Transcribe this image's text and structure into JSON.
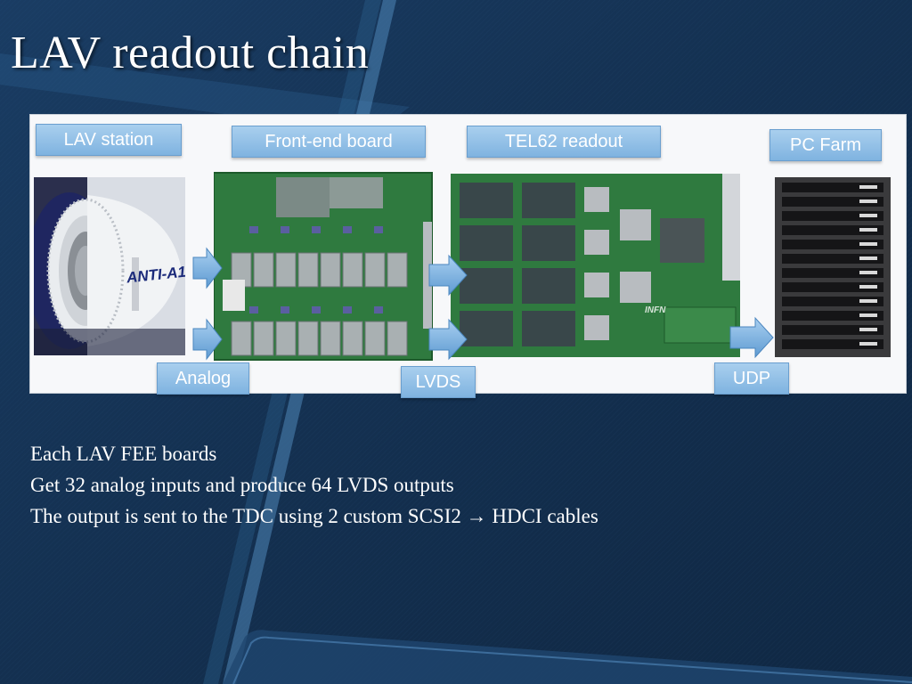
{
  "slide": {
    "title": "LAV readout chain",
    "labels": {
      "lav_station": "LAV station",
      "front_end_board": "Front-end board",
      "tel62_readout": "TEL62 readout",
      "pc_farm": "PC Farm",
      "analog": "Analog",
      "lvds": "LVDS",
      "udp": "UDP"
    },
    "detector_text": "ANTI-A1",
    "board_text": "INFN",
    "body_lines": [
      "Each LAV FEE boards",
      "Get 32 analog inputs and produce 64 LVDS outputs",
      "The output is sent to the TDC using 2 custom SCSI2 → HDCI cables"
    ]
  },
  "colors": {
    "background": "#132d4c",
    "label_fill": "#8fc0e8",
    "arrow": "#6fa8dc",
    "pcb_green": "#2f7a3f"
  }
}
